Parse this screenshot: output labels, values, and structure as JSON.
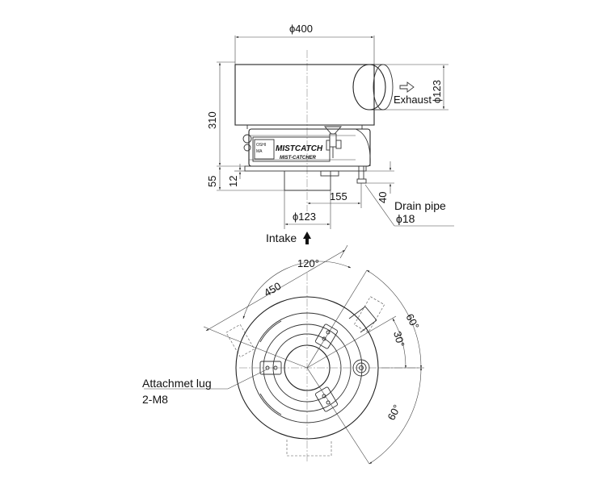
{
  "side_view": {
    "width_label": "ϕ400",
    "height_label": "310",
    "base_label": "55",
    "flange_label": "12",
    "exhaust_label": "Exhaust",
    "exhaust_dia_label": "ϕ123",
    "drain_len_label": "40",
    "offset_label": "155",
    "intake_dia_label": "ϕ123",
    "drain_pipe_label": "Drain pipe",
    "drain_dia_label": "ϕ18",
    "intake_label": "Intake",
    "brand_main": "MISTCATCH",
    "brand_sub": "MIST-CATCHER"
  },
  "top_view": {
    "angle_120_label": "120°",
    "width_450_label": "450",
    "angle_60_top_label": "60°",
    "angle_30_label": "30°",
    "angle_60_bottom_label": "60°",
    "lug_label_line1": "Attachmet lug",
    "lug_label_line2": "2-M8"
  }
}
